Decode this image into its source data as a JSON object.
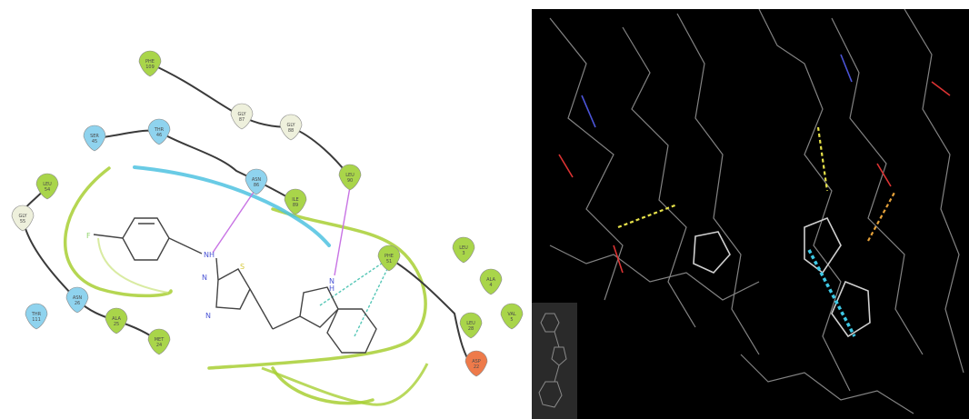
{
  "diagram": {
    "colors": {
      "hydrophobic": "#a9d54a",
      "polar": "#8fd3ee",
      "glycine": "#eef0dc",
      "negative": "#ee7a4a",
      "backbone": "#3a3a3a",
      "hbond": "#c873e4",
      "pipi": "#56c7b7",
      "pocket_green": "#a8cf34",
      "pocket_blue": "#4fc2e0",
      "fluorine": "#8fd36a",
      "nitrogen": "#4b54d6",
      "sulfur": "#d6c83a"
    },
    "residues": [
      {
        "id": "r-phe",
        "line1": "PHE",
        "line2": "109",
        "type": "hydrophobic"
      },
      {
        "id": "r-gly87",
        "line1": "GLY",
        "line2": "87",
        "type": "glycine"
      },
      {
        "id": "r-gly88",
        "line1": "GLY",
        "line2": "88",
        "type": "glycine"
      },
      {
        "id": "r-ser45",
        "line1": "SER",
        "line2": "45",
        "type": "polar"
      },
      {
        "id": "r-thr46",
        "line1": "THR",
        "line2": "46",
        "type": "polar"
      },
      {
        "id": "r-leu54",
        "line1": "LEU",
        "line2": "54",
        "type": "hydrophobic"
      },
      {
        "id": "r-gly55",
        "line1": "GLY",
        "line2": "55",
        "type": "glycine"
      },
      {
        "id": "r-asn86",
        "line1": "ASN",
        "line2": "86",
        "type": "polar"
      },
      {
        "id": "r-ile89",
        "line1": "ILE",
        "line2": "89",
        "type": "hydrophobic"
      },
      {
        "id": "r-leu90",
        "line1": "LEU",
        "line2": "90",
        "type": "hydrophobic"
      },
      {
        "id": "r-phe51",
        "line1": "PHE",
        "line2": "51",
        "type": "hydrophobic"
      },
      {
        "id": "r-leu3",
        "line1": "LEU",
        "line2": "3",
        "type": "hydrophobic"
      },
      {
        "id": "r-ala4",
        "line1": "ALA",
        "line2": "4",
        "type": "hydrophobic"
      },
      {
        "id": "r-val5",
        "line1": "VAL",
        "line2": "5",
        "type": "hydrophobic"
      },
      {
        "id": "r-leu28",
        "line1": "LEU",
        "line2": "28",
        "type": "hydrophobic"
      },
      {
        "id": "r-asp22",
        "line1": "ASP",
        "line2": "22",
        "type": "negative"
      },
      {
        "id": "r-thr111",
        "line1": "THR",
        "line2": "111",
        "type": "polar"
      },
      {
        "id": "r-asn26",
        "line1": "ASN",
        "line2": "26",
        "type": "polar"
      },
      {
        "id": "r-ala25",
        "line1": "ALA",
        "line2": "25",
        "type": "hydrophobic"
      },
      {
        "id": "r-met24",
        "line1": "MET",
        "line2": "24",
        "type": "hydrophobic"
      }
    ],
    "atoms": {
      "f": "F",
      "nh": "NH",
      "n1": "N",
      "n2": "N",
      "s": "S",
      "indole_n": "N",
      "indole_h": "H"
    }
  }
}
